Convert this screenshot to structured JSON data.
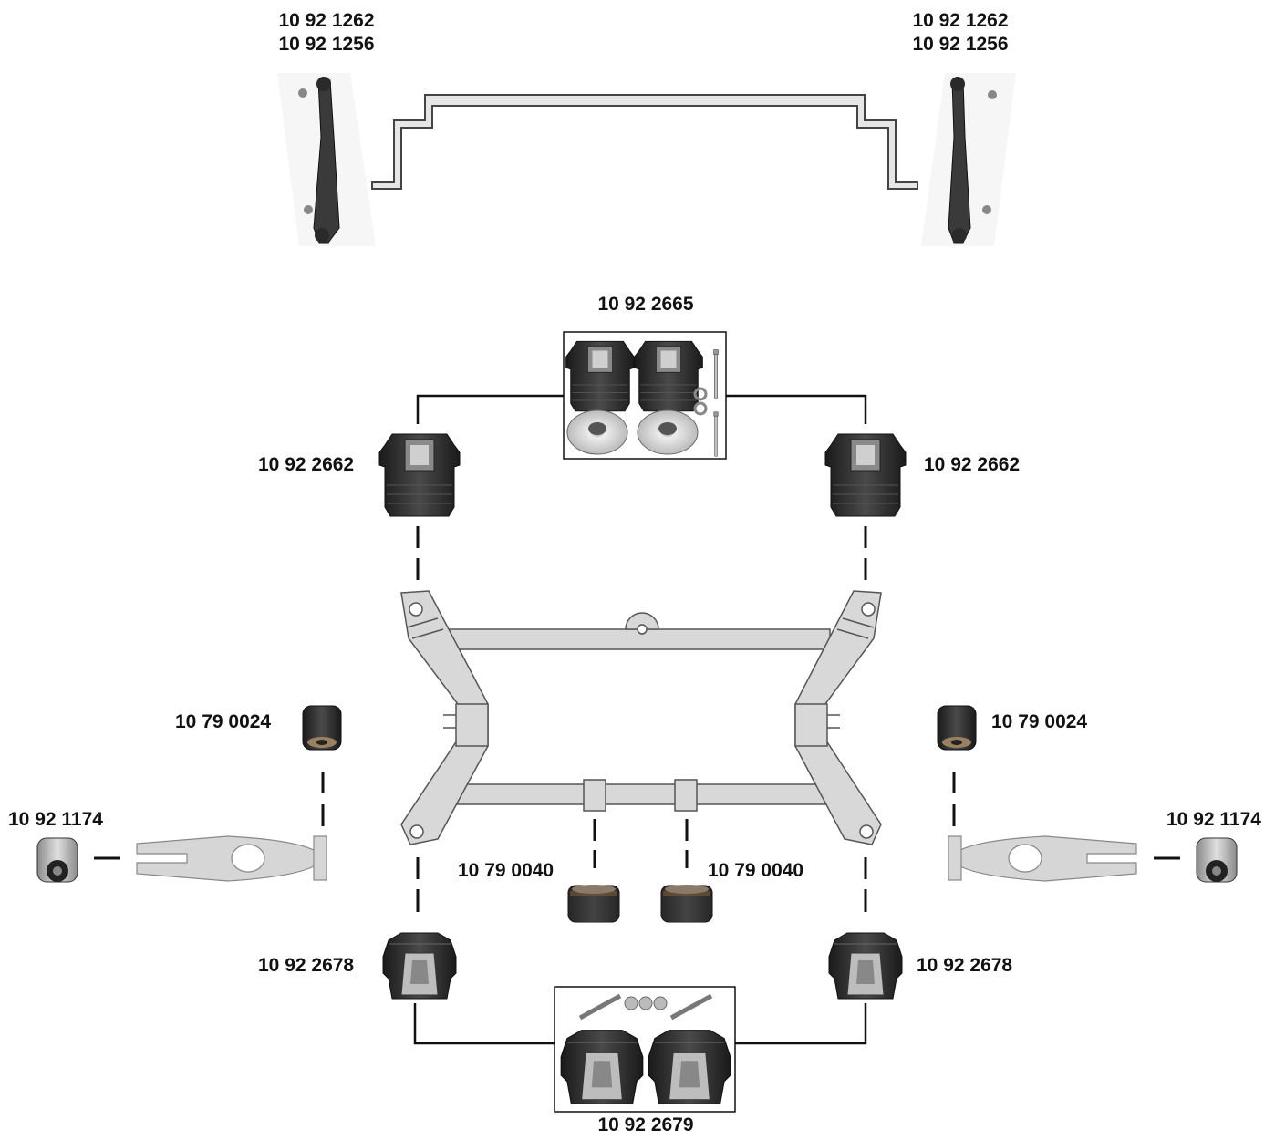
{
  "labels": {
    "stabilizer_link_left": [
      "10 92 1262",
      "10 92 1256"
    ],
    "stabilizer_link_right": [
      "10 92 1262",
      "10 92 1256"
    ],
    "mount_kit_top": "10 92 2665",
    "mount_front_left": "10 92 2662",
    "mount_front_right": "10 92 2662",
    "bushing_arm_left": "10 79 0024",
    "bushing_arm_right": "10 79 0024",
    "bushing_outer_left": "10 92 1174",
    "bushing_outer_right": "10 92 1174",
    "bushing_center_left": "10 79 0040",
    "bushing_center_right": "10 79 0040",
    "mount_rear_left": "10 92 2678",
    "mount_rear_right": "10 92 2678",
    "mount_kit_bottom": "10 92 2679"
  },
  "colors": {
    "frame_fill": "#d8d8d8",
    "frame_stroke": "#555555",
    "rubber_dark": "#2a2a2a",
    "metal_light": "#bdbdbd",
    "line": "#111111"
  },
  "icons": [
    "stabilizer-link-icon",
    "stabilizer-bar-icon",
    "subframe-icon",
    "mount-icon",
    "bushing-icon",
    "control-arm-icon",
    "bolt-icon",
    "washer-icon"
  ]
}
